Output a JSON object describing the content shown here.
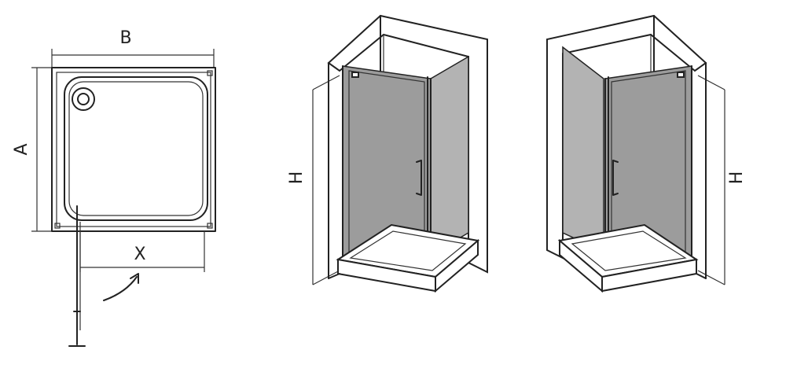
{
  "labels": {
    "width": "B",
    "depth": "A",
    "opening": "X",
    "height_left": "H",
    "height_right": "H"
  },
  "colors": {
    "line": "#222222",
    "glass": "#9c9c9c",
    "background": "#ffffff"
  }
}
